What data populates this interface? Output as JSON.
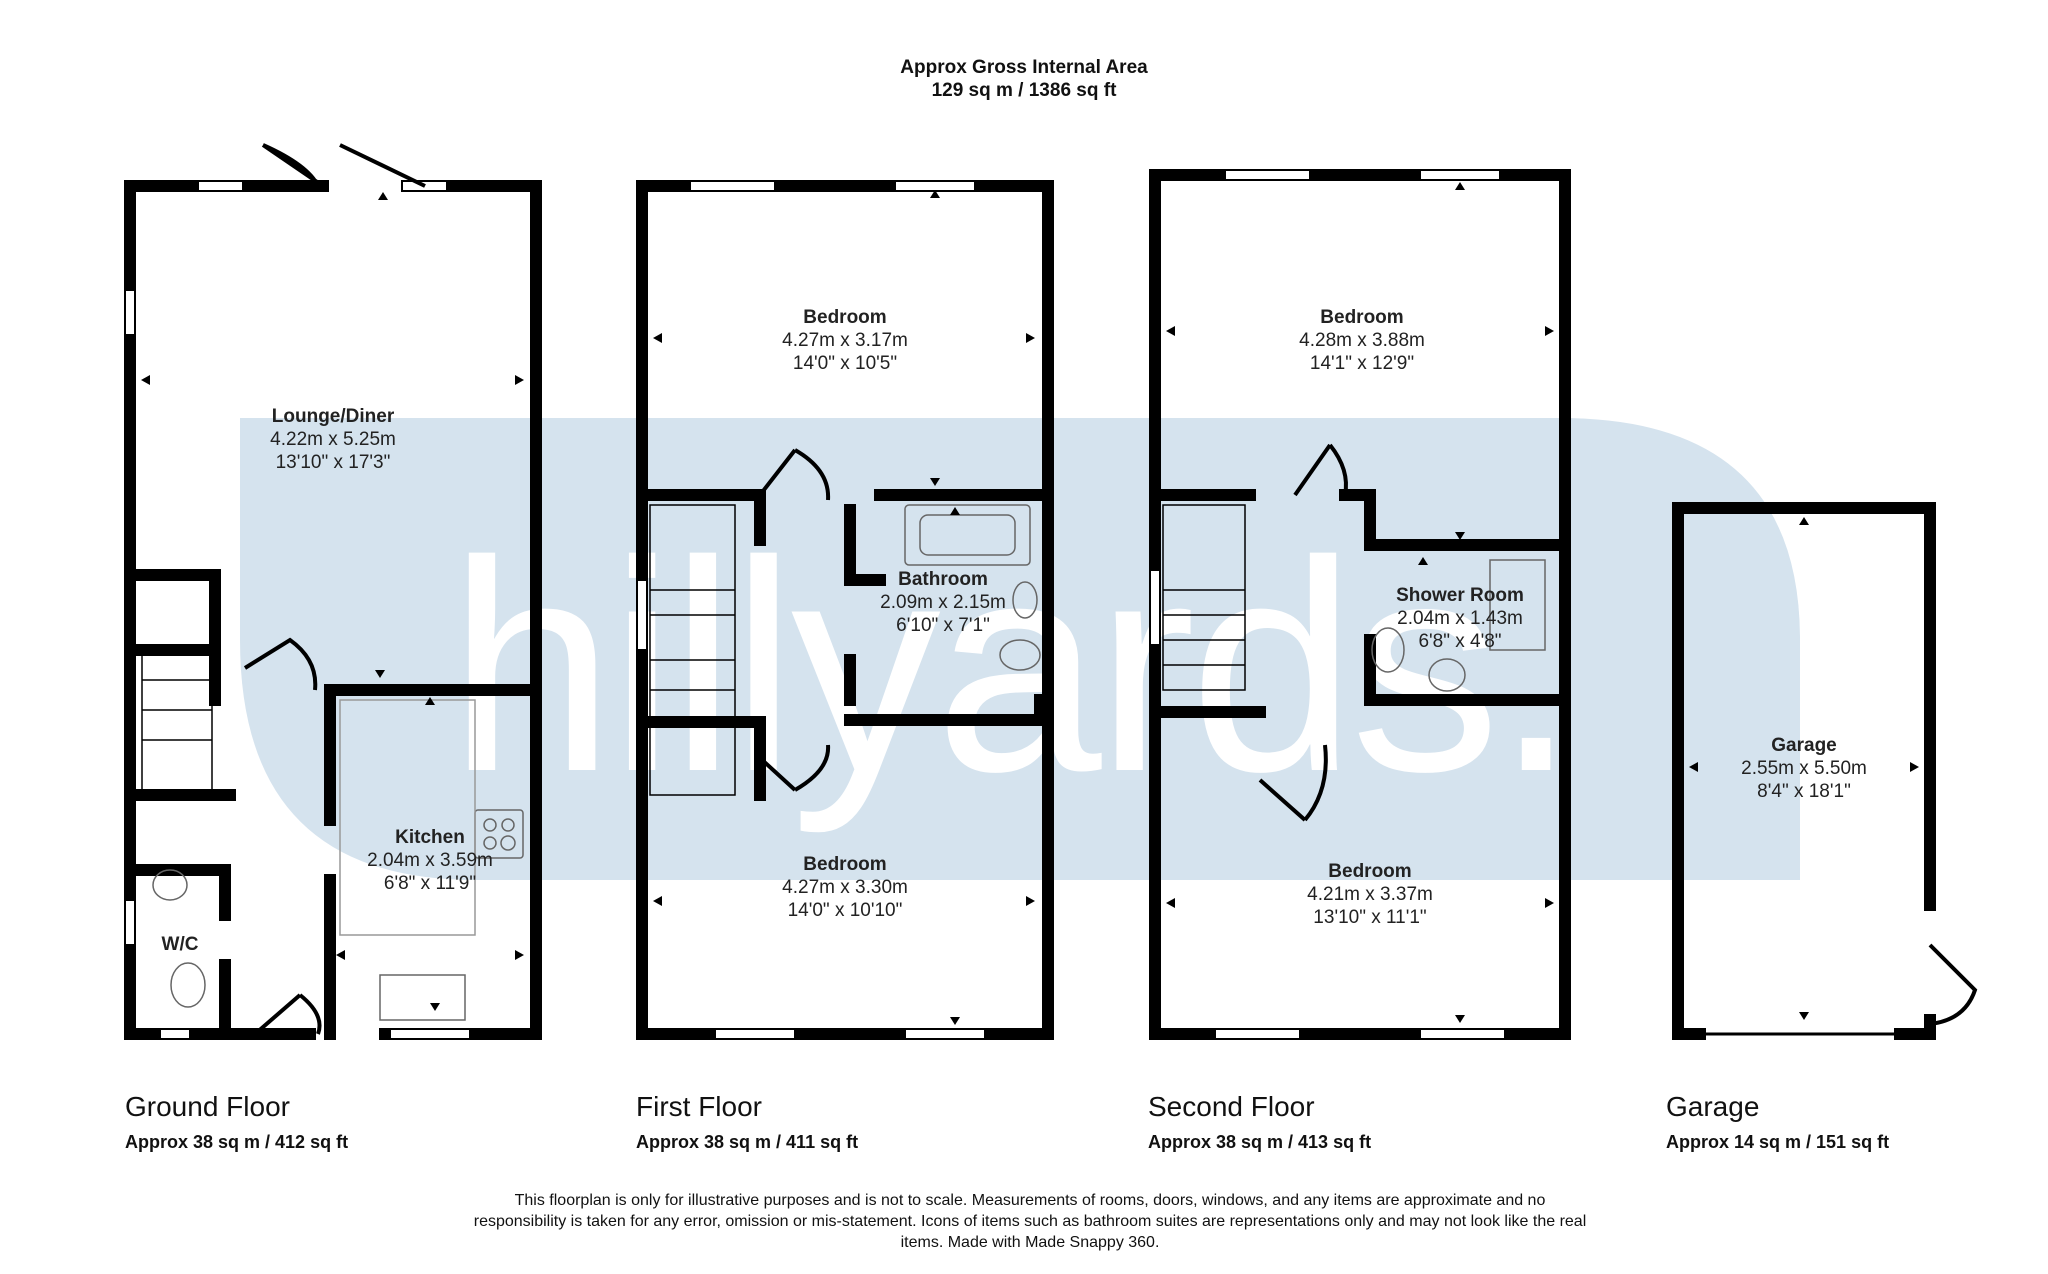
{
  "header": {
    "title": "Approx Gross Internal Area",
    "total_area": "129 sq m / 1386 sq ft"
  },
  "watermark": {
    "text": "hillyards.",
    "band_color": "#d5e3ee",
    "wall_color": "#0c1a24"
  },
  "floors": [
    {
      "name": "Ground Floor",
      "area": "Approx 38 sq m / 412 sq ft",
      "rooms": [
        {
          "name": "Lounge/Diner",
          "metric": "4.22m x 5.25m",
          "imperial": "13'10\" x 17'3\""
        },
        {
          "name": "Kitchen",
          "metric": "2.04m x 3.59m",
          "imperial": "6'8\" x 11'9\""
        },
        {
          "name": "W/C",
          "metric": "",
          "imperial": ""
        }
      ]
    },
    {
      "name": "First Floor",
      "area": "Approx 38 sq m / 411 sq ft",
      "rooms": [
        {
          "name": "Bedroom",
          "metric": "4.27m x 3.17m",
          "imperial": "14'0\" x 10'5\""
        },
        {
          "name": "Bathroom",
          "metric": "2.09m x 2.15m",
          "imperial": "6'10\" x 7'1\""
        },
        {
          "name": "Bedroom",
          "metric": "4.27m x 3.30m",
          "imperial": "14'0\" x 10'10\""
        }
      ]
    },
    {
      "name": "Second Floor",
      "area": "Approx 38 sq m / 413 sq ft",
      "rooms": [
        {
          "name": "Bedroom",
          "metric": "4.28m x 3.88m",
          "imperial": "14'1\" x 12'9\""
        },
        {
          "name": "Shower Room",
          "metric": "2.04m x 1.43m",
          "imperial": "6'8\" x 4'8\""
        },
        {
          "name": "Bedroom",
          "metric": "4.21m x 3.37m",
          "imperial": "13'10\" x 11'1\""
        }
      ]
    },
    {
      "name": "Garage",
      "area": "Approx 14 sq m / 151 sq ft",
      "rooms": [
        {
          "name": "Garage",
          "metric": "2.55m x 5.50m",
          "imperial": "8'4\" x 18'1\""
        }
      ]
    }
  ],
  "disclaimer": "This floorplan is only for illustrative purposes and is not to scale. Measurements of rooms, doors, windows, and any items are approximate and no responsibility is taken for any error, omission or mis-statement. Icons of items such as bathroom suites are representations only and may not look like the real items. Made with Made Snappy 360."
}
